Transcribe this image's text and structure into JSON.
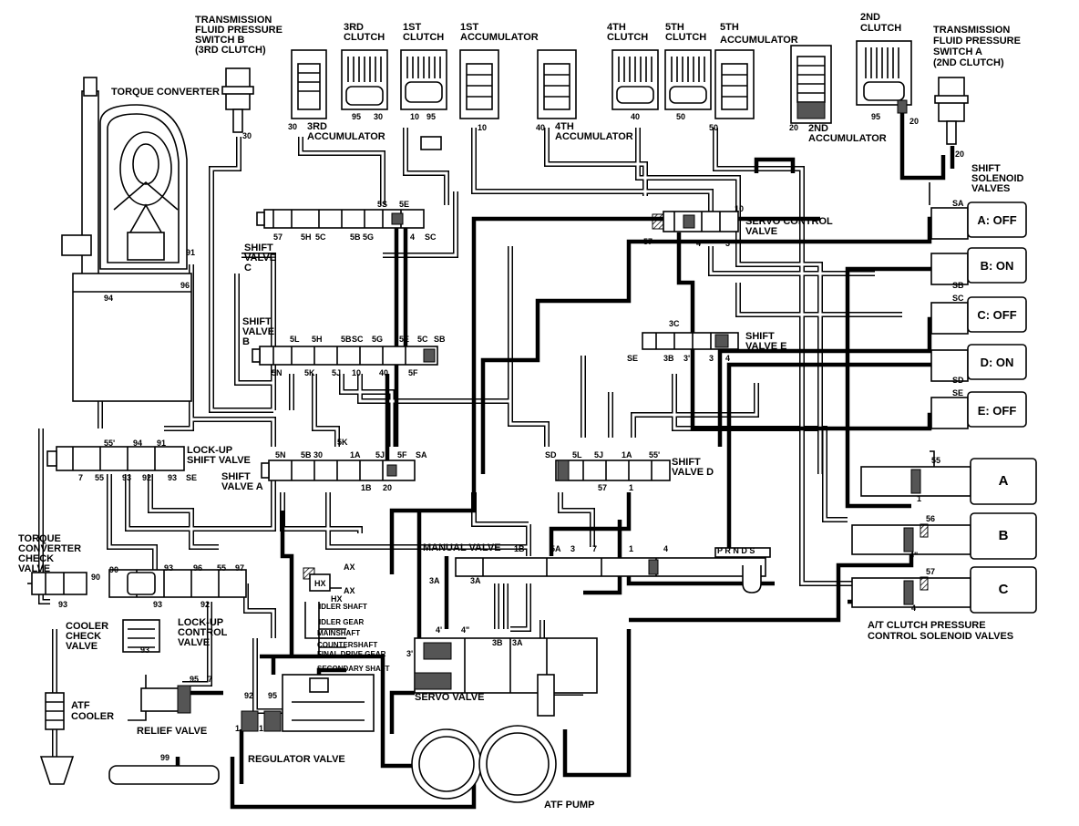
{
  "components": {
    "torque_converter": "TORQUE CONVERTER",
    "tfps_b": [
      "TRANSMISSION",
      "FLUID PRESSURE",
      "SWITCH B",
      "(3RD CLUTCH)"
    ],
    "tfps_a": [
      "TRANSMISSION",
      "FLUID PRESSURE",
      "SWITCH A",
      "(2ND CLUTCH)"
    ],
    "clutch_3rd": [
      "3RD",
      "CLUTCH"
    ],
    "clutch_1st": [
      "1ST",
      "CLUTCH"
    ],
    "accumulator_1st": [
      "1ST",
      "ACCUMULATOR"
    ],
    "clutch_4th": [
      "4TH",
      "CLUTCH"
    ],
    "clutch_5th": [
      "5TH",
      "CLUTCH"
    ],
    "accumulator_5th": [
      "5TH",
      "ACCUMULATOR"
    ],
    "clutch_2nd": [
      "2ND",
      "CLUTCH"
    ],
    "accumulator_3rd": [
      "3RD",
      "ACCUMULATOR"
    ],
    "accumulator_4th": [
      "4TH",
      "ACCUMULATOR"
    ],
    "accumulator_2nd": [
      "2ND",
      "ACCUMULATOR"
    ],
    "shift_solenoid_valves": [
      "SHIFT",
      "SOLENOID",
      "VALVES"
    ],
    "servo_control_valve": [
      "SERVO CONTROL",
      "VALVE"
    ],
    "shift_valve_c": [
      "SHIFT",
      "VALVE",
      "C"
    ],
    "shift_valve_b": [
      "SHIFT",
      "VALVE",
      "B"
    ],
    "shift_valve_e": [
      "SHIFT",
      "VALVE E"
    ],
    "lockup_shift_valve": [
      "LOCK-UP",
      "SHIFT VALVE"
    ],
    "shift_valve_a": [
      "SHIFT",
      "VALVE A"
    ],
    "shift_valve_d": [
      "SHIFT",
      "VALVE D"
    ],
    "tc_check_valve": [
      "TORQUE",
      "CONVERTER",
      "CHECK",
      "VALVE"
    ],
    "cooler_check_valve": [
      "COOLER",
      "CHECK",
      "VALVE"
    ],
    "lockup_control_valve": [
      "LOCK-UP",
      "CONTROL",
      "VALVE"
    ],
    "manual_valve": "MANUAL VALVE",
    "atf_cooler": [
      "ATF",
      "COOLER"
    ],
    "relief_valve": "RELIEF VALVE",
    "regulator_valve": "REGULATOR VALVE",
    "servo_valve": "SERVO VALVE",
    "atf_pump": "ATF PUMP",
    "at_clutch_pcs_valves": [
      "A/T CLUTCH PRESSURE",
      "CONTROL SOLENOID VALVES"
    ]
  },
  "solenoids": [
    {
      "code": "SA",
      "label": "A: OFF"
    },
    {
      "code": "SB",
      "label": "B: ON"
    },
    {
      "code": "SC",
      "label": "C: OFF"
    },
    {
      "code": "SD",
      "label": "D: ON"
    },
    {
      "code": "SE",
      "label": "E: OFF"
    }
  ],
  "pressure_solenoids": [
    {
      "label": "A",
      "port": "55"
    },
    {
      "label": "B",
      "port": "56"
    },
    {
      "label": "C",
      "port": "57"
    }
  ],
  "manual_positions": "P R N D S",
  "shaft_labels": [
    "IDLER SHAFT",
    "IDLER GEAR",
    "MAINSHAFT",
    "COUNTERSHAFT",
    "FINAL DRIVE GEAR",
    "SECONDARY SHAFT"
  ],
  "ports": {
    "p30a": "30",
    "p30b": "30",
    "p95a": "95",
    "p30c": "30",
    "p10a": "10",
    "p95b": "95",
    "p10b": "10",
    "p40a": "40",
    "p40b": "40",
    "p50a": "50",
    "p50b": "50",
    "p20a": "20",
    "p95c": "95",
    "p20b": "20",
    "p20c": "20",
    "p91a": "91",
    "p94a": "94",
    "p96a": "96",
    "svc_55": "5S",
    "svc_5e": "5E",
    "svc_4": "4",
    "svc_sc": "SC",
    "svc_57": "57",
    "svc_5h": "5H",
    "svc_5c": "5C",
    "svc_5b": "5B",
    "svc_5g": "5G",
    "svb_5l": "5L",
    "svb_5h": "5H",
    "svb_5b": "5B",
    "svb_sc": "SC",
    "svb_5g": "5G",
    "svb_5e": "5E",
    "svb_5c": "5C",
    "svb_sb": "SB",
    "svb_5n": "5N",
    "svb_5k": "5K",
    "svb_5j": "5J",
    "svb_10": "10",
    "svb_40": "40",
    "svb_5f": "5F",
    "sco_10": "10",
    "sco_57": "57",
    "sco_4": "4",
    "sco_3": "3",
    "sve_3c": "3C",
    "sve_se": "SE",
    "sve_3b": "3B",
    "sve_3p": "3'",
    "sve_3": "3",
    "sve_4": "4",
    "lu_55": "55'",
    "lu_94": "94",
    "lu_91": "91",
    "lu_7": "7",
    "lu_55b": "55",
    "lu_93": "93",
    "lu_92": "92",
    "lu_93b": "93",
    "lu_se": "SE",
    "sva_5n": "5N",
    "sva_5b": "5B",
    "sva_30": "30",
    "sva_5k": "5K",
    "sva_1a": "1A",
    "sva_5j": "5J",
    "sva_5f": "5F",
    "sva_sa": "SA",
    "sva_1b": "1B",
    "sva_20": "20",
    "svd_sd": "SD",
    "svd_5l": "5L",
    "svd_5j": "5J",
    "svd_1a": "1A",
    "svd_55": "55'",
    "svd_57": "57",
    "svd_1": "1",
    "tc_90": "90",
    "tc_93": "93",
    "luc_90": "90",
    "luc_93": "93",
    "luc_96": "96",
    "luc_55": "55",
    "luc_97": "97",
    "luc_93b": "93",
    "luc_92": "92",
    "cc_93": "93",
    "mv_1b": "1B",
    "mv_5a": "5A",
    "mv_3": "3",
    "mv_7": "7",
    "mv_1": "1",
    "mv_4": "4",
    "mv_3a": "3A",
    "mv_3a2": "3A",
    "rv_95": "95",
    "rv_7": "7",
    "reg_92": "92",
    "reg_95": "95",
    "reg_1a": "1",
    "reg_1b": "1",
    "sv_4p": "4'",
    "sv_4pp": "4\"",
    "sv_3b": "3B",
    "sv_3a": "3A",
    "sv_3p": "3'",
    "cool_99": "99",
    "pc_1": "1",
    "pc_4p": "4\"",
    "pc_4": "4"
  },
  "reg_labels": [
    "AX",
    "HX",
    "AX",
    "HX"
  ]
}
